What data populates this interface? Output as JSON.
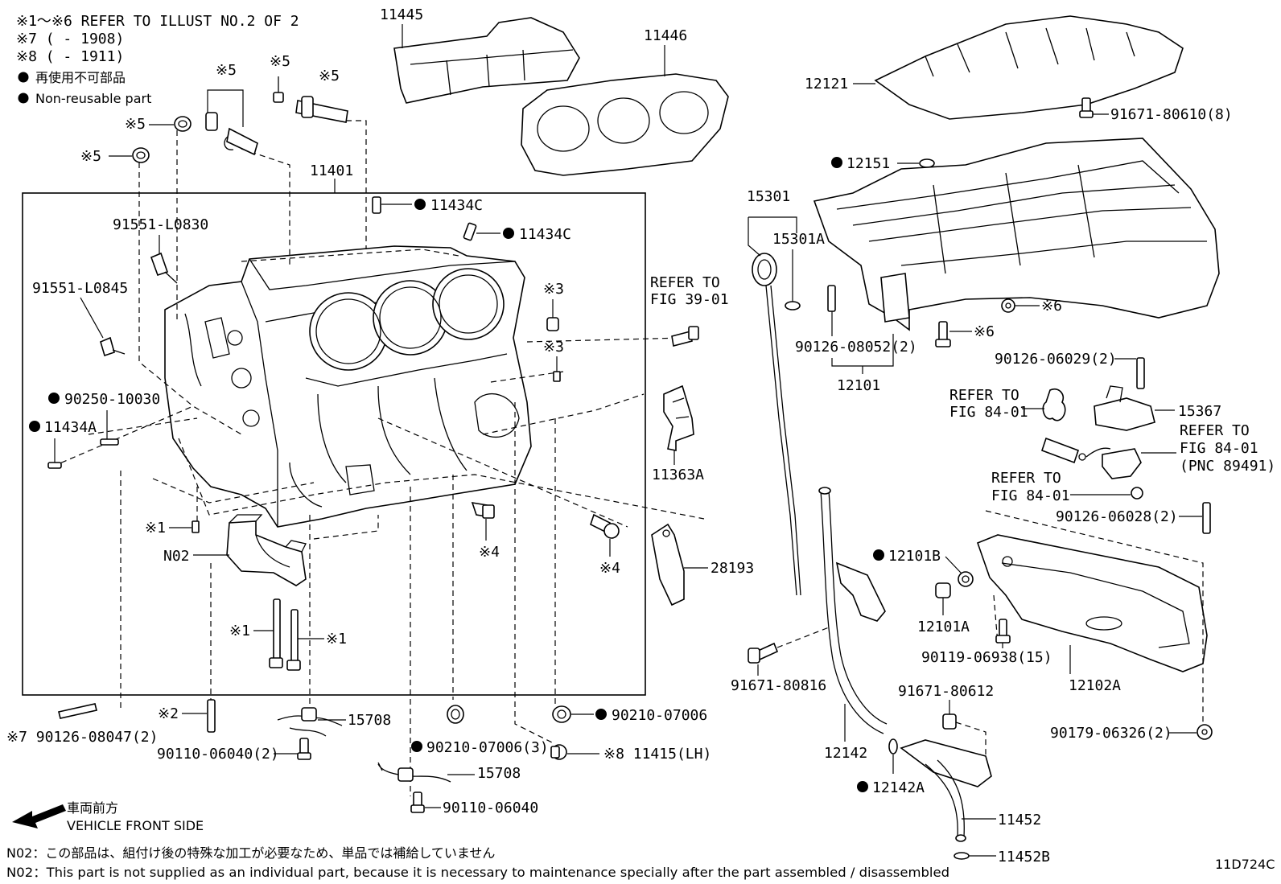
{
  "header": {
    "line1": "※1～※6 REFER TO ILLUST NO.2 OF 2",
    "line2": "※7 (      - 1908)",
    "line3": "※8 (      - 1911)",
    "legend_jp": "再使用不可部品",
    "legend_en": "Non-reusable part"
  },
  "labels": {
    "p11445": "11445",
    "p11446": "11446",
    "p12121": "12121",
    "p91671_80610": "91671-80610(8)",
    "p12151": "12151",
    "p15301": "15301",
    "p15301A": "15301A",
    "p11401": "11401",
    "p11434C_a": "11434C",
    "p11434C_b": "11434C",
    "p91551_L0830": "91551-L0830",
    "p91551_L0845": "91551-L0845",
    "refer3901_a": "REFER TO",
    "refer3901_b": "FIG 39-01",
    "s3a": "※3",
    "s3b": "※3",
    "s5a": "※5",
    "s5b": "※5",
    "s5c": "※5",
    "s5d": "※5",
    "s5e": "※5",
    "p90250_10030": "90250-10030",
    "p11434A": "11434A",
    "p11363A": "11363A",
    "s1a": "※1",
    "s1b": "※1",
    "s1c": "※1",
    "pN02": "N02",
    "s4a": "※4",
    "s4b": "※4",
    "p28193": "28193",
    "p90126_08052": "90126-08052(2)",
    "p12101": "12101",
    "s6a": "※6",
    "s6b": "※6",
    "p90126_06029": "90126-06029(2)",
    "refer8401a_a": "REFER TO",
    "refer8401a_b": "FIG 84-01",
    "p15367": "15367",
    "refer8401b_a": "REFER TO",
    "refer8401b_b": "FIG 84-01",
    "pnc89491": "(PNC 89491)",
    "refer8401c_a": "REFER TO",
    "refer8401c_b": "FIG 84-01",
    "p90126_06028": "90126-06028(2)",
    "p12101B": "12101B",
    "p12101A": "12101A",
    "p90119_06938": "90119-06938(15)",
    "p12102A": "12102A",
    "p91671_80816": "91671-80816",
    "p91671_80612": "91671-80612",
    "p12142": "12142",
    "p12142A": "12142A",
    "p90179_06326": "90179-06326(2)",
    "p11452": "11452",
    "p11452B": "11452B",
    "s7_90126_08047": "※7 90126-08047(2)",
    "s2": "※2",
    "p90110_06040_2": "90110-06040(2)",
    "p15708_a": "15708",
    "p15708_b": "15708",
    "p90210_07006_3": "90210-07006(3)",
    "p90210_07006": "90210-07006",
    "s8_11415": "※8 11415(LH)",
    "p90110_06040": "90110-06040"
  },
  "footer": {
    "front_jp": "車両前方",
    "front_en": "VEHICLE FRONT SIDE",
    "note_jp": "N02：この部品は、組付け後の特殊な加工が必要なため、単品では補給していません",
    "note_en": "N02：This part is not supplied as an individual part, because it is necessary to maintenance specially after the part assembled / disassembled",
    "code": "11D724C"
  }
}
